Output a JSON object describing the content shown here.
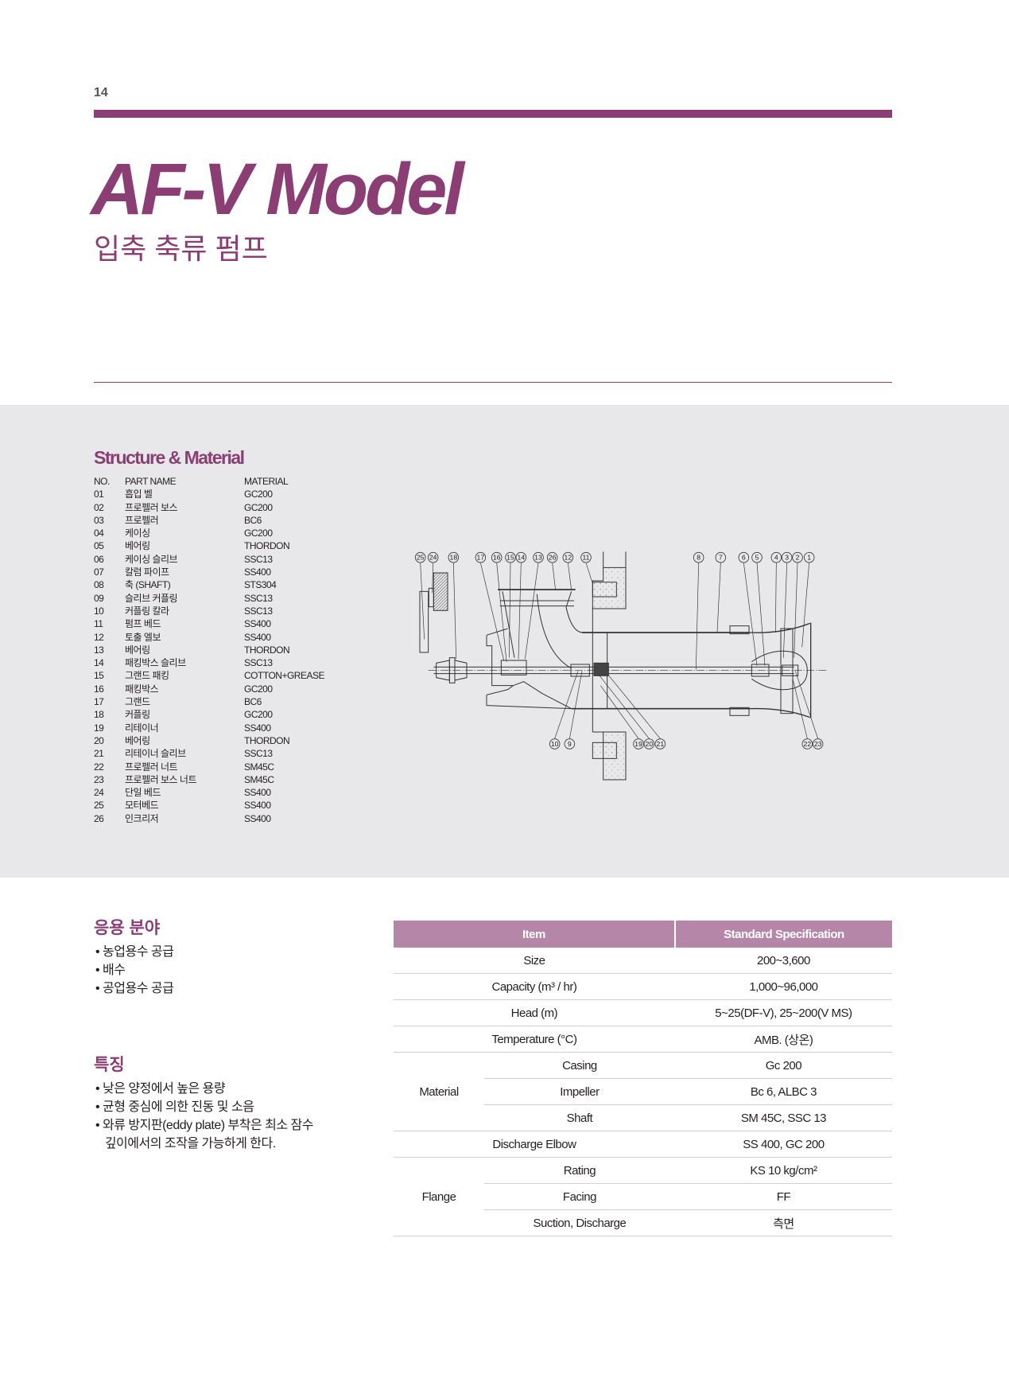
{
  "page_number": "14",
  "title": "AF-V Model",
  "subtitle": "입축 축류 펌프",
  "structure": {
    "heading": "Structure & Material",
    "columns": [
      "NO.",
      "PART NAME",
      "MATERIAL"
    ],
    "parts": [
      [
        "01",
        "흡입 벨",
        "GC200"
      ],
      [
        "02",
        "프로펠러 보스",
        "GC200"
      ],
      [
        "03",
        "프로펠러",
        "BC6"
      ],
      [
        "04",
        "케이싱",
        "GC200"
      ],
      [
        "05",
        "베어링",
        "THORDON"
      ],
      [
        "06",
        "케이싱 슬리브",
        "SSC13"
      ],
      [
        "07",
        "칼럼 파이프",
        "SS400"
      ],
      [
        "08",
        "축 (SHAFT)",
        "STS304"
      ],
      [
        "09",
        "슬리브 커플링",
        "SSC13"
      ],
      [
        "10",
        "커플링 칼라",
        "SSC13"
      ],
      [
        "11",
        "펌프 베드",
        "SS400"
      ],
      [
        "12",
        "토출 엘보",
        "SS400"
      ],
      [
        "13",
        "베어링",
        "THORDON"
      ],
      [
        "14",
        "패킹박스 슬리브",
        "SSC13"
      ],
      [
        "15",
        "그랜드 패킹",
        "COTTON+GREASE"
      ],
      [
        "16",
        "패킹박스",
        "GC200"
      ],
      [
        "17",
        "그랜드",
        "BC6"
      ],
      [
        "18",
        "커플링",
        "GC200"
      ],
      [
        "19",
        "리테이너",
        "SS400"
      ],
      [
        "20",
        "베어링",
        "THORDON"
      ],
      [
        "21",
        "리테이너 슬리브",
        "SSC13"
      ],
      [
        "22",
        "프로펠러 너트",
        "SM45C"
      ],
      [
        "23",
        "프로펠러 보스 너트",
        "SM45C"
      ],
      [
        "24",
        "단일 베드",
        "SS400"
      ],
      [
        "25",
        "모터베드",
        "SS400"
      ],
      [
        "26",
        "인크리저",
        "SS400"
      ]
    ]
  },
  "diagram": {
    "callouts": [
      "25",
      "24",
      "18",
      "17",
      "16",
      "15",
      "14",
      "13",
      "26",
      "12",
      "11",
      "8",
      "7",
      "6",
      "5",
      "4",
      "3",
      "2",
      "1",
      "10",
      "9",
      "19",
      "20",
      "21",
      "22",
      "23"
    ]
  },
  "applications": {
    "heading": "응용 분야",
    "items": [
      "• 농업용수 공급",
      "• 배수",
      "• 공업용수 공급"
    ]
  },
  "features": {
    "heading": "특징",
    "items": [
      "• 낮은 양정에서 높은 용량",
      "• 균형 중심에 의한 진동 및 소음",
      "• 와류 방지판(eddy plate) 부착은 최소 잠수",
      "   깊이에서의 조작을 가능하게 한다."
    ]
  },
  "spec_table": {
    "headers": [
      "Item",
      "Standard Specification"
    ],
    "size": [
      "Size",
      "200~3,600"
    ],
    "capacity": [
      "Capacity (m³ / hr)",
      "1,000~96,000"
    ],
    "head": [
      "Head (m)",
      "5~25(DF-V), 25~200(V MS)"
    ],
    "temperature": [
      "Temperature (°C)",
      "AMB. (상온)"
    ],
    "material": {
      "label": "Material",
      "rows": [
        [
          "Casing",
          "Gc 200"
        ],
        [
          "Impeller",
          "Bc 6, ALBC 3"
        ],
        [
          "Shaft",
          "SM 45C, SSC 13"
        ]
      ]
    },
    "discharge_elbow": [
      "Discharge Elbow",
      "SS 400, GC 200"
    ],
    "flange": {
      "label": "Flange",
      "rows": [
        [
          "Rating",
          "KS 10 kg/cm²"
        ],
        [
          "Facing",
          "FF"
        ],
        [
          "Suction, Discharge",
          "측면"
        ]
      ]
    }
  },
  "colors": {
    "brand": "#8b3e74",
    "table_header": "#b586a8",
    "band": "#e8e8ea"
  }
}
